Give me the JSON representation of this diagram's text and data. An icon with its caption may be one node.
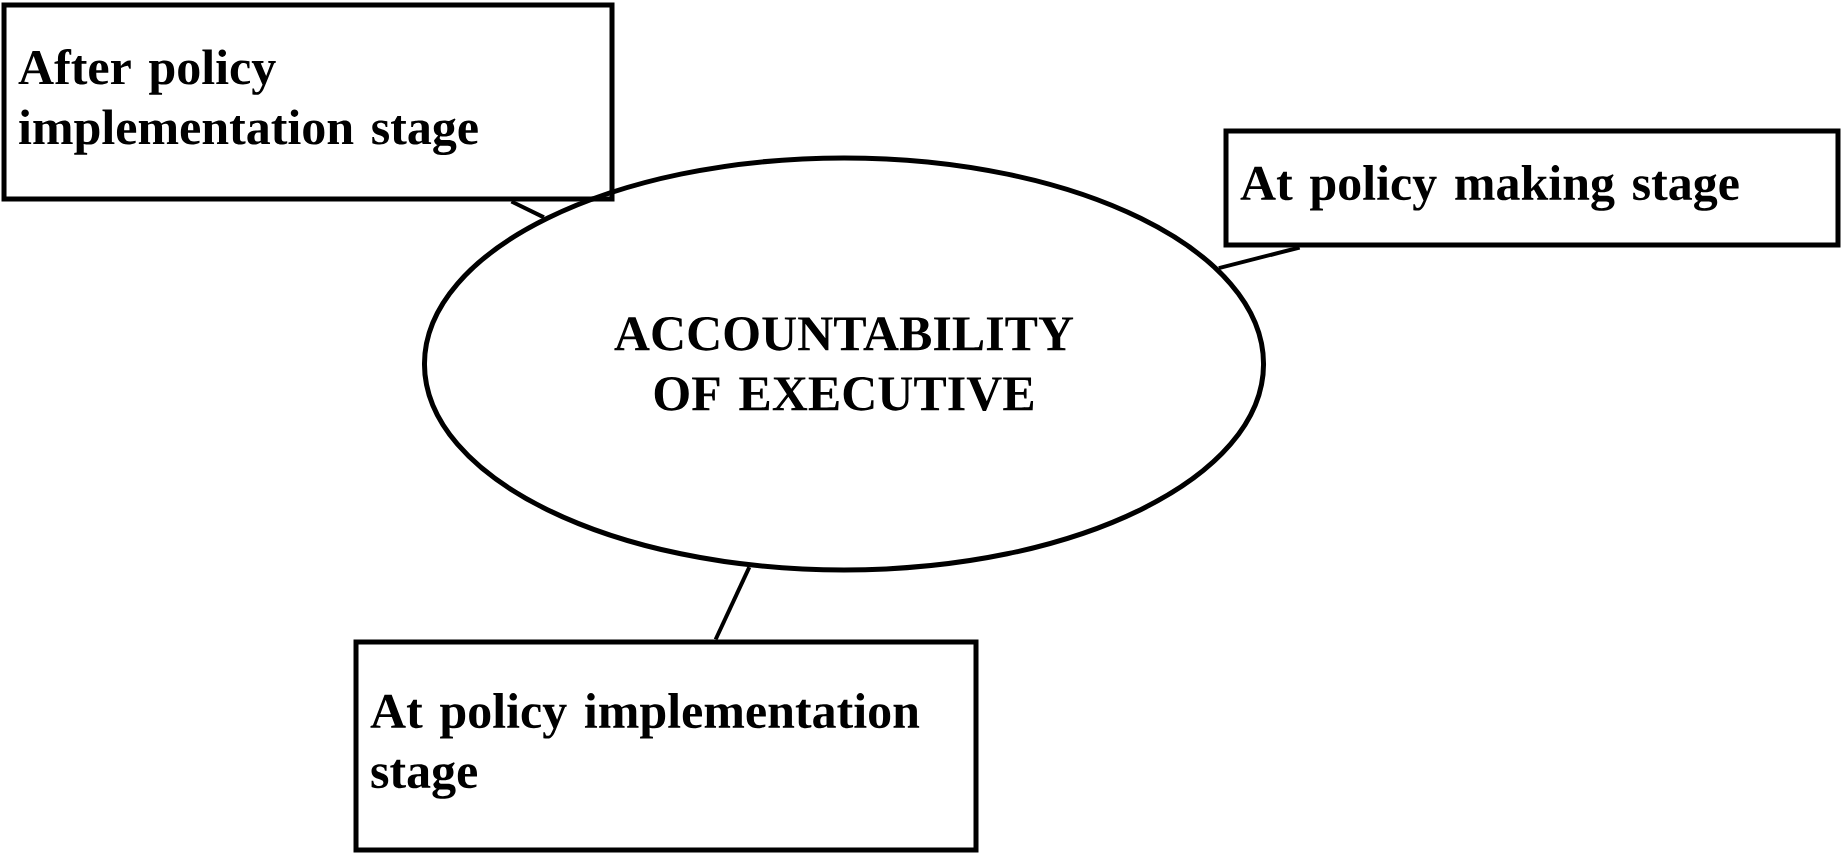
{
  "diagram": {
    "nodes": [
      {
        "text": [
          "After policy implementation stage"
        ]
      },
      {
        "text": [
          "At policy making stage"
        ]
      },
      {
        "text": [
          "ACCOUNTABILITY OF EXECUTIVE"
        ]
      },
      {
        "text": [
          "At policy implementation stage"
        ]
      }
    ],
    "edges": [
      {
        "from": 2,
        "to": 0,
        "arrow": "none"
      },
      {
        "from": 2,
        "to": 1,
        "arrow": "none"
      },
      {
        "from": 2,
        "to": 3,
        "arrow": "none"
      }
    ]
  }
}
